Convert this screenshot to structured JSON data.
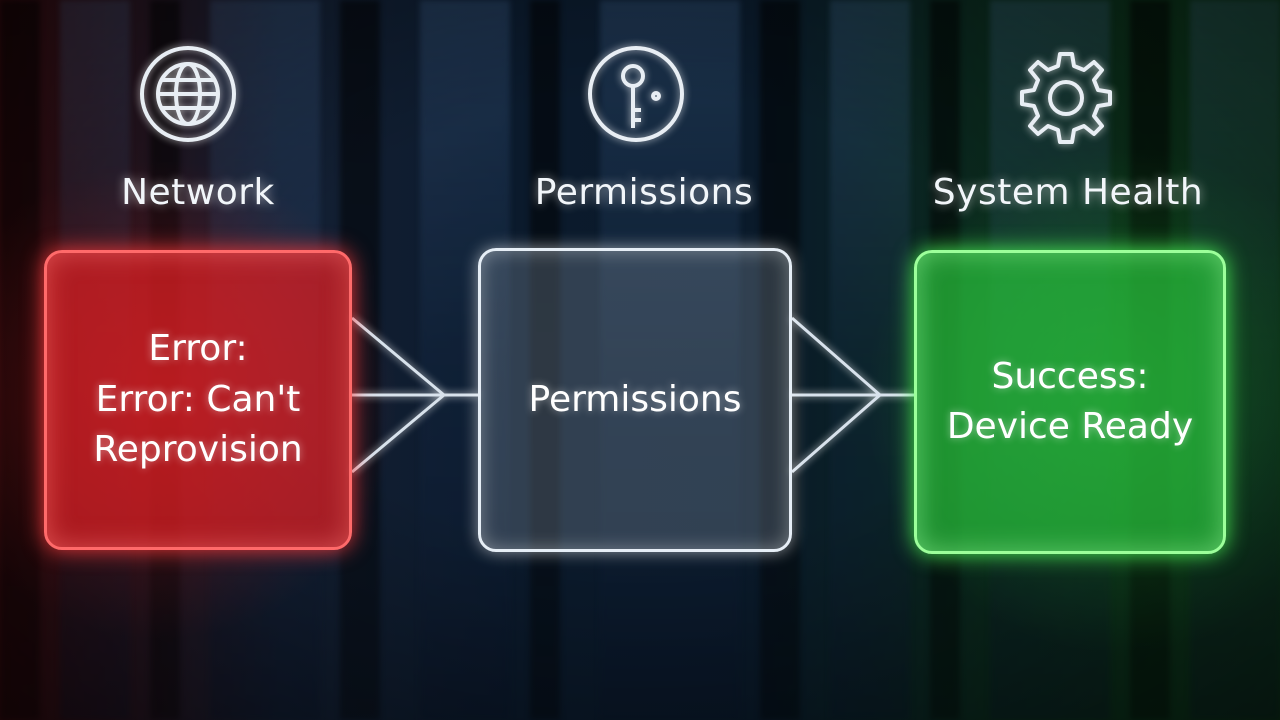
{
  "columns": [
    {
      "icon": "globe-icon",
      "heading": "Network",
      "box_lines": [
        "Error:",
        "Error: Can't",
        "Reprovision"
      ],
      "status_color": "#dc1e23"
    },
    {
      "icon": "key-icon",
      "heading": "Permissions",
      "box_lines": [
        "Permissions"
      ],
      "status_color": "#a0aab4"
    },
    {
      "icon": "gear-icon",
      "heading": "System Health",
      "box_lines": [
        "Success:",
        "Device Ready"
      ],
      "status_color": "#28be3c"
    }
  ]
}
